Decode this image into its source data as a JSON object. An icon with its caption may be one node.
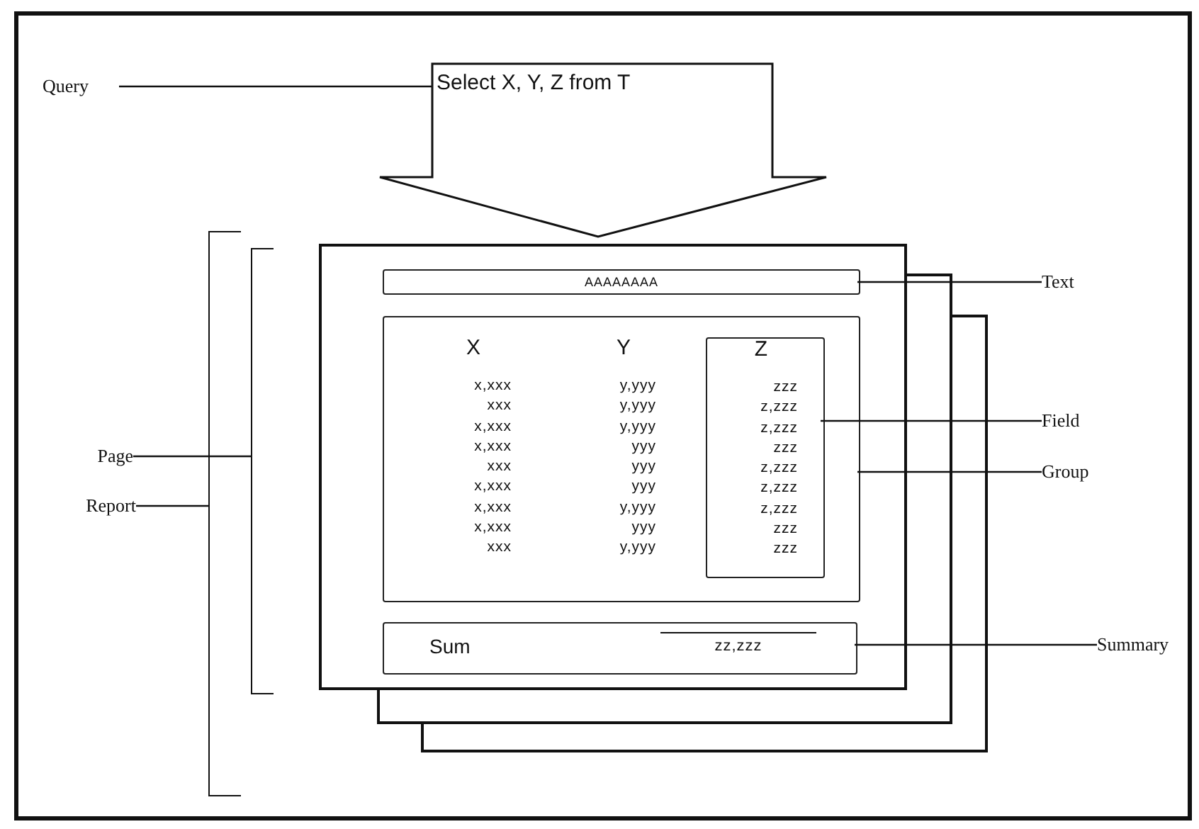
{
  "diagram": {
    "nodes": [
      {
        "text": [
          "Query"
        ]
      },
      {
        "text": [
          "Select X, Y, Z from T"
        ]
      },
      {
        "text": [],
        "shape": "bracket"
      },
      {
        "text": [],
        "shape": "bracket"
      },
      {
        "text": [],
        "shape": "box"
      },
      {
        "text": [
          "AAAAAAAA"
        ],
        "in": 4
      },
      {
        "text": [
          "X",
          "x,xxx",
          "xxx",
          "x,xxx",
          "x,xxx",
          "xxx",
          "x,xxx",
          "x,xxx",
          "x,xxx",
          "xxx",
          "Y",
          "y,yyy",
          "y,yyy",
          "y,yyy",
          "yyy",
          "yyy",
          "yyy",
          "y,yyy",
          "yyy",
          "y,yyy"
        ],
        "in": 4
      },
      {
        "text": [
          "Z",
          "zzz",
          "z,zzz",
          "z,zzz",
          "zzz",
          "z,zzz",
          "z,zzz",
          "z,zzz",
          "zzz",
          "zzz"
        ],
        "in": 6
      },
      {
        "text": [
          "Sum",
          "zz,zzz"
        ],
        "in": 4
      },
      {
        "text": [
          "Text"
        ]
      },
      {
        "text": [
          "Field"
        ]
      },
      {
        "text": [
          "Group"
        ]
      },
      {
        "text": [
          "Page"
        ]
      },
      {
        "text": [
          "Report"
        ]
      },
      {
        "text": [
          "Summary"
        ]
      }
    ],
    "edges": [
      {
        "from": 0,
        "to": 1,
        "arrow": "none"
      },
      {
        "from": 9,
        "to": 5,
        "arrow": "none"
      },
      {
        "from": 10,
        "to": 7,
        "arrow": "none"
      },
      {
        "from": 11,
        "to": 6,
        "arrow": "none"
      },
      {
        "from": 12,
        "to": 3,
        "arrow": "none"
      },
      {
        "from": 13,
        "to": 2,
        "arrow": "none"
      },
      {
        "from": 14,
        "to": 8,
        "arrow": "none"
      }
    ]
  }
}
